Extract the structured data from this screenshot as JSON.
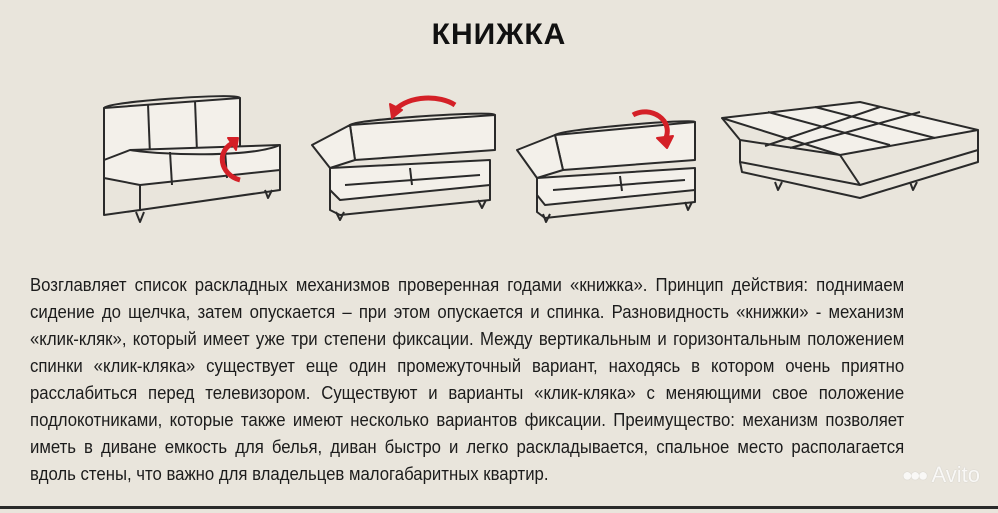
{
  "title": "КНИЖКА",
  "illustrations": [
    {
      "name": "sofa-folded-seat-lift"
    },
    {
      "name": "sofa-seat-raised-back-lowered"
    },
    {
      "name": "sofa-back-lowering"
    },
    {
      "name": "sofa-unfolded-bed"
    }
  ],
  "colors": {
    "arrow": "#d42027",
    "line": "#2a2a2a",
    "background": "#e9e5dc"
  },
  "description": "Возглавляет список раскладных механизмов проверенная годами «книжка». Принцип действия: поднимаем сидение до щелчка, затем опускается – при этом опускается и спинка. Разновидность «книжки» - механизм «клик-кляк», который имеет уже три степени фиксации. Между вертикальным и горизонтальным положением спинки «клик-кляка» существует еще один промежуточный вариант, находясь в котором очень приятно расслабиться перед телевизором. Существуют и варианты «клик-кляка» с меняющими свое положение подлокотниками, которые также имеют несколько вариантов фиксации. Преимущество: механизм позволяет иметь в диване емкость для белья, диван быстро и легко раскладывается,  спальное место располагается вдоль стены, что важно для владельцев малогабаритных квартир.",
  "watermark": "Avito"
}
